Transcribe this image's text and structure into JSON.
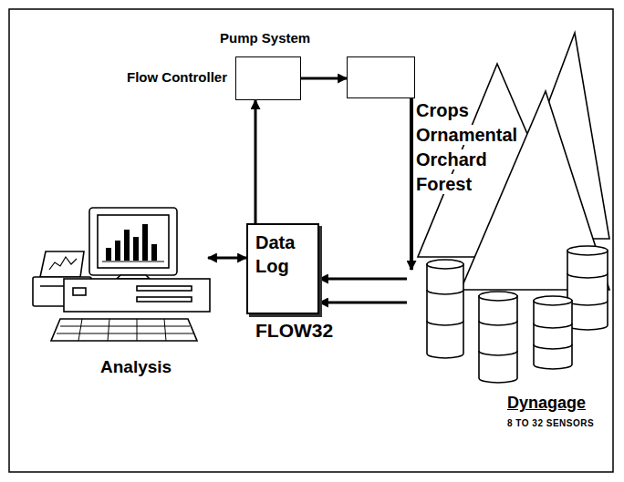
{
  "diagram": {
    "nodes": [
      {
        "text": [
          "Flow Controller"
        ]
      },
      {
        "text": [
          "Pump System"
        ]
      },
      {
        "text": [
          "Crops Ornamental Orchard Forest"
        ]
      },
      {
        "text": [
          "Data Log",
          "FLOW32"
        ]
      },
      {
        "text": [
          "Analysis"
        ]
      },
      {
        "text": [
          "Dynagage",
          "8 TO 32 SENSORS"
        ]
      }
    ],
    "edges": [
      {
        "from": 3,
        "to": 0,
        "arrow": "to"
      },
      {
        "from": 0,
        "to": 1,
        "arrow": "to"
      },
      {
        "from": 1,
        "to": 5,
        "arrow": "to"
      },
      {
        "from": 5,
        "to": 3,
        "arrow": "to"
      },
      {
        "from": 5,
        "to": 3,
        "arrow": "to"
      },
      {
        "from": 4,
        "to": 3,
        "arrow": "both"
      }
    ]
  }
}
